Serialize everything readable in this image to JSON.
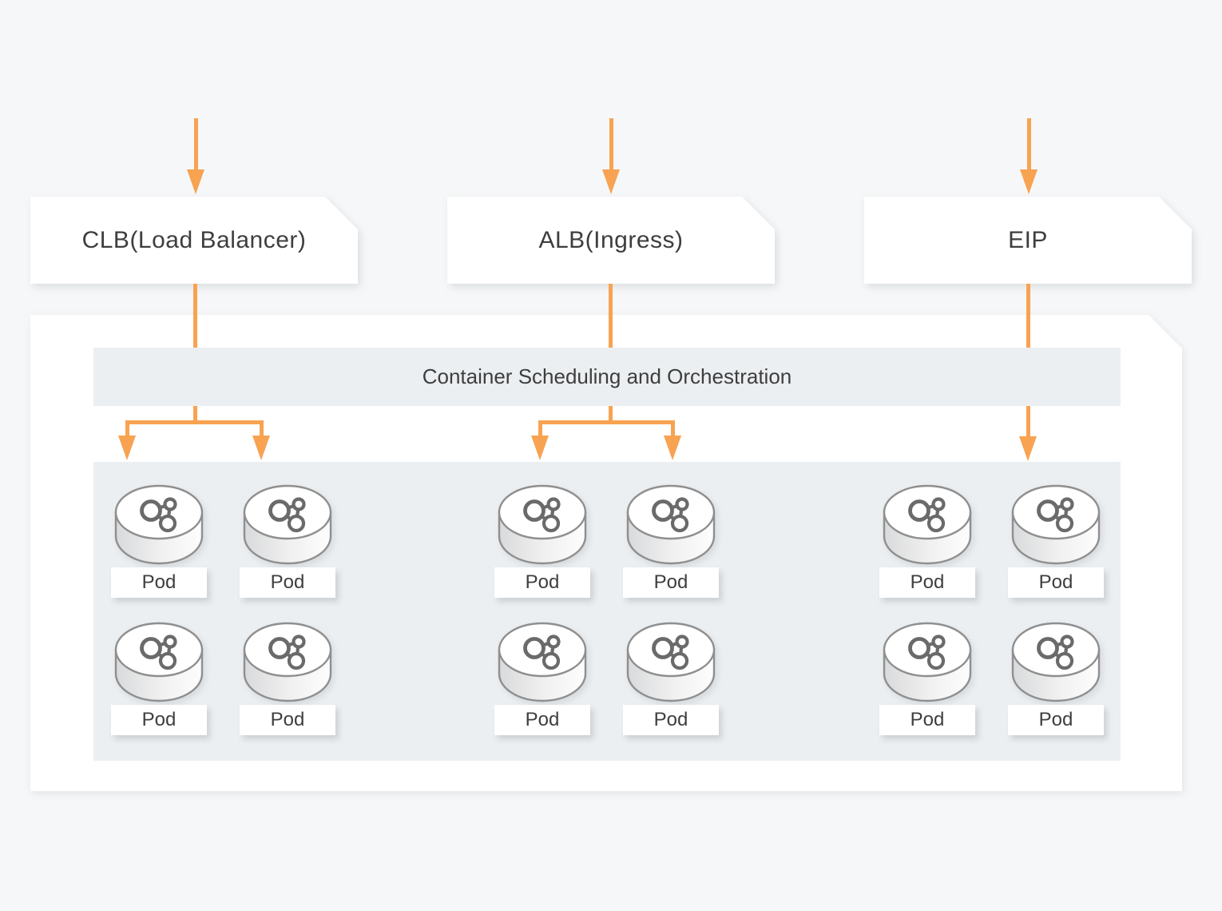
{
  "colors": {
    "page_background": "#F6F7F8",
    "surface_white": "#FFFFFF",
    "panel_gray": "#ECEFF1",
    "arrow_orange": "#F7A351",
    "text_dark": "#3E3E3E",
    "pod_outline_gray": "#8F8F8F"
  },
  "entry_nodes": [
    {
      "id": "clb",
      "label": "CLB(Load Balancer)"
    },
    {
      "id": "alb",
      "label": "ALB(Ingress)"
    },
    {
      "id": "eip",
      "label": "EIP"
    }
  ],
  "cluster": {
    "title": "Container Scheduling and Orchestration",
    "pod_label": "Pod",
    "groups": [
      {
        "id": "clb-pods",
        "fed_by": "CLB(Load Balancer)",
        "pod_count": 4
      },
      {
        "id": "alb-pods",
        "fed_by": "ALB(Ingress)",
        "pod_count": 4
      },
      {
        "id": "eip-pods",
        "fed_by": "EIP",
        "pod_count": 4
      }
    ]
  },
  "icons": {
    "pod": "pod-cylinder-molecule-icon",
    "flow": "down-arrow-icon"
  }
}
